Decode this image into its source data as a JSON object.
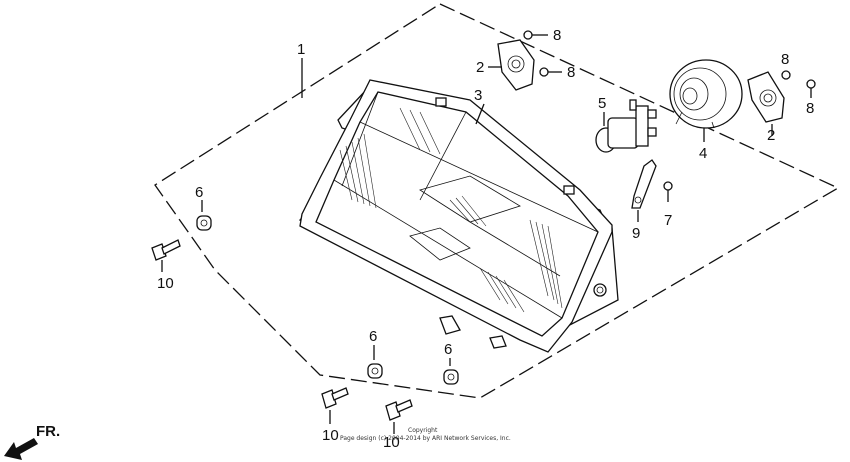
{
  "callouts": {
    "c1": "1",
    "c2a": "2",
    "c2b": "2",
    "c3": "3",
    "c4": "4",
    "c5": "5",
    "c6a": "6",
    "c6b": "6",
    "c6c": "6",
    "c7": "7",
    "c8a": "8",
    "c8b": "8",
    "c8c": "8",
    "c8d": "8",
    "c9": "9",
    "c10a": "10",
    "c10b": "10",
    "c10c": "10"
  },
  "direction_label": "FR.",
  "copyright": {
    "line1": "Copyright",
    "line2": "Page design (c) 2004-2014 by ARI Network Services, Inc."
  }
}
